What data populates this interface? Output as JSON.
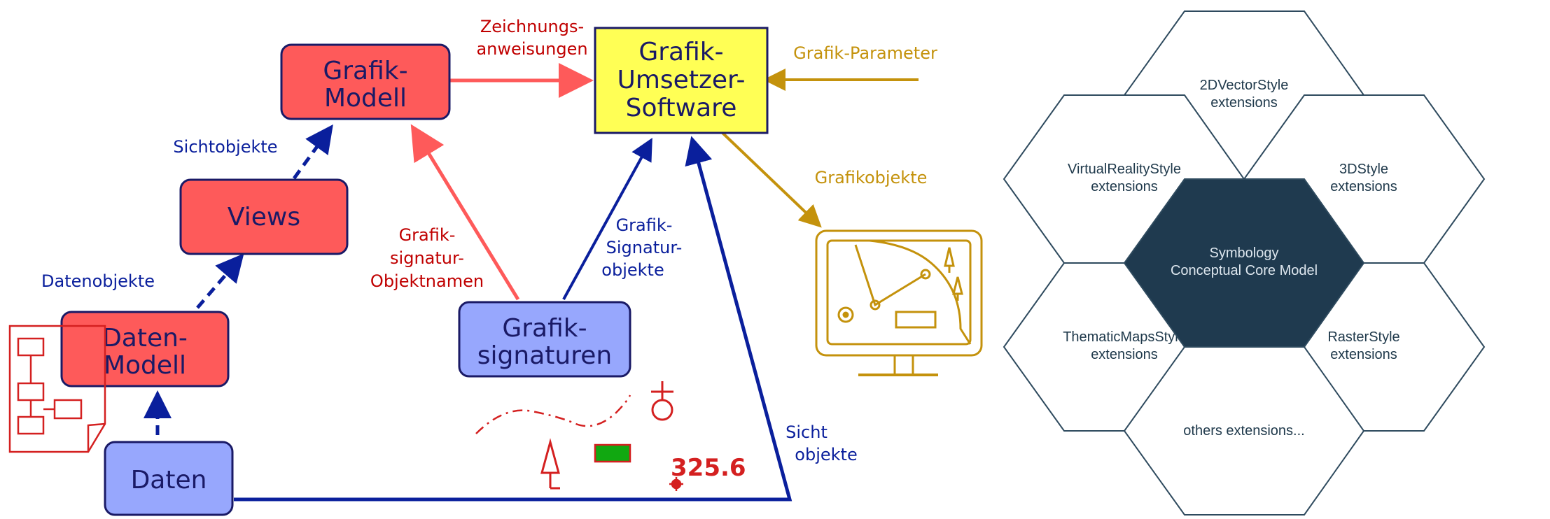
{
  "colors": {
    "red_box": "#fe5a5a",
    "blue_box": "#97a7fd",
    "yellow_box": "#ffff55",
    "navy": "#0a1f9c",
    "dark_red": "#c00000",
    "gold": "#c4920c",
    "hex_core": "#1f3a4f",
    "hex_stroke": "#2e4a5e"
  },
  "left_diagram": {
    "boxes": {
      "grafik_modell": [
        "Grafik-",
        "Modell"
      ],
      "views": [
        "Views"
      ],
      "daten_modell": [
        "Daten-",
        "Modell"
      ],
      "daten": [
        "Daten"
      ],
      "grafik_signaturen": [
        "Grafik-",
        "signaturen"
      ],
      "umsetzer": [
        "Grafik-",
        "Umsetzer-",
        "Software"
      ]
    },
    "labels": {
      "zeichnungsanweisungen": [
        "Zeichnungs-",
        "anweisungen"
      ],
      "sichtobjekte": "Sichtobjekte",
      "datenobjekte": "Datenobjekte",
      "grafik_parameter": "Grafik-Parameter",
      "grafikobjekte": "Grafikobjekte",
      "signatur_objektnamen": [
        "Grafik-",
        "signatur-",
        "Objektnamen"
      ],
      "signatur_objekte": [
        "Grafik-",
        "Signatur-",
        "objekte"
      ],
      "sicht_objekte": [
        "Sicht",
        "objekte"
      ]
    },
    "sample_value": "325.6"
  },
  "hexagons": {
    "core": [
      "Symbology",
      "Conceptual Core Model"
    ],
    "vector2d": [
      "2DVectorStyle",
      "extensions"
    ],
    "virtual_reality": [
      "VirtualRealityStyle",
      "extensions"
    ],
    "style3d": [
      "3DStyle",
      "extensions"
    ],
    "thematic_maps": [
      "ThematicMapsStyle",
      "extensions"
    ],
    "raster": [
      "RasterStyle",
      "extensions"
    ],
    "others": [
      "others extensions..."
    ]
  }
}
